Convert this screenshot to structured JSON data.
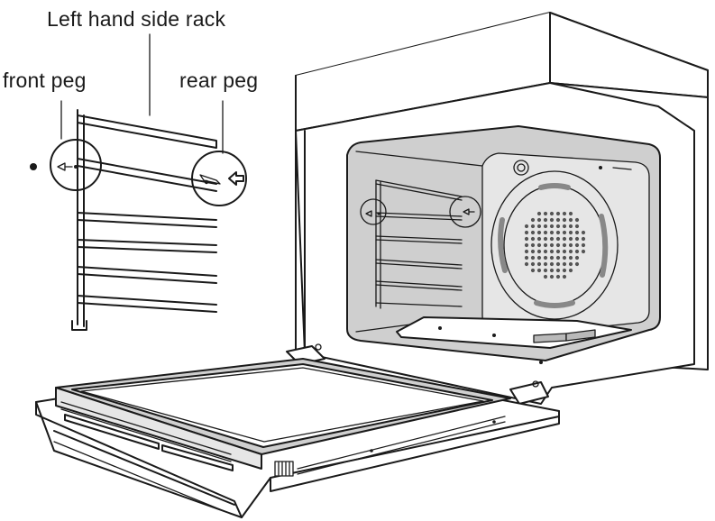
{
  "labels": {
    "title": "Left hand side rack",
    "front_peg": "front peg",
    "rear_peg": "rear peg"
  },
  "colors": {
    "line": "#1a1a1a",
    "cavity": "#cfcfcf",
    "light_panel": "#e6e6e6"
  }
}
